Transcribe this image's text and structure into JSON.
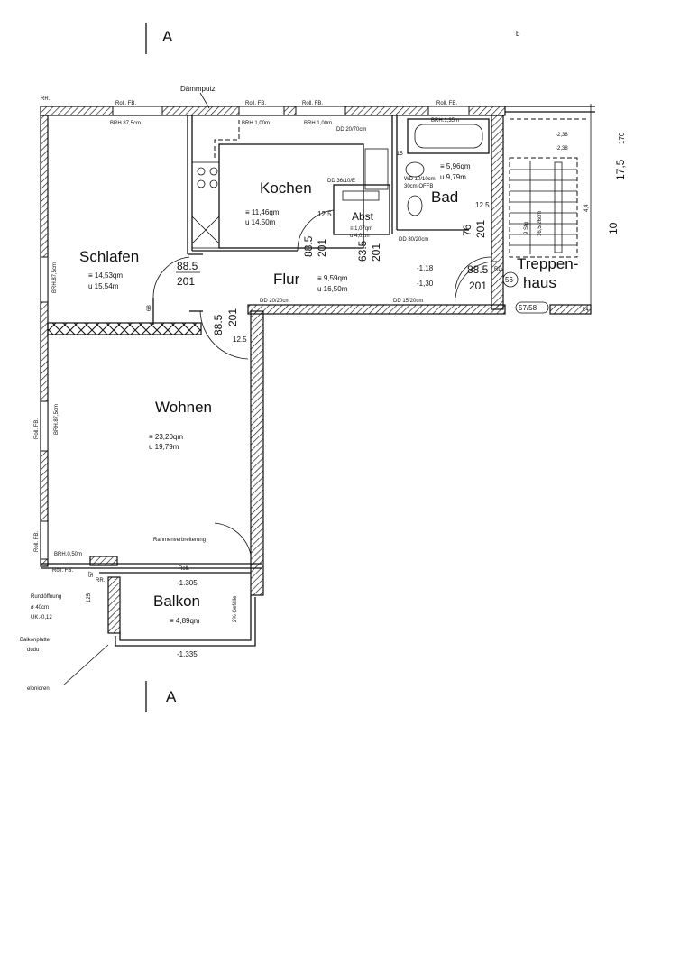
{
  "section_marks": {
    "top_left": "A",
    "bottom_left": "A",
    "top_right": "b"
  },
  "annotations": {
    "daemmputz": "Dämmputz",
    "rr_top": "RR.",
    "roll_fb": "Roll.  FB.",
    "brh_schlafen_top": "BRH.87,5cm",
    "brh_kochen_1": "BRH.1,00m",
    "brh_kochen_2": "BRH.1,00m",
    "brh_bad": "BRH.1,35m",
    "dd_kochen": "DD 20/70cm",
    "dd_abst": "DD 36/10/E",
    "wd_bad": "WD 10/10cm",
    "wd_bad_2": "30cm OFFB",
    "dd_bad_bottom": "DD 30/20cm",
    "dd_flur_left": "DD 20/20cm",
    "dd_flur_right": "DD 15/20cm",
    "brh_schlafen_side": "BRH.87,5cm",
    "brh_wohnen_side": "BRH.87,5cm",
    "brh_wohnen_bottom": "BRH.0,50m",
    "roll_side": "Roll. FB.",
    "rahmen": "Rahmenverbreiterung",
    "roll_bottom": "Roll.",
    "rr_balkon": "RR.",
    "gefaelle": "2% Gefälle",
    "rundoeffnung": "Rundöffnung",
    "rund_d": "ø 40cm",
    "rund_uk": "UK.-0,12",
    "balkonplatte": "Balkonplatte",
    "balkon_2": "dudu",
    "balkon_3": "elonioren",
    "rd": "RD.",
    "stair_info": "9 Stg",
    "stair_info2": "16,5/26cm",
    "stair_num": "56",
    "stair_num2": "57/58",
    "stair_dim": "4,4",
    "level_1": "-2,38",
    "level_2": "-2,38"
  },
  "rooms": [
    {
      "name": "Schlafen",
      "area": "≡ 14,53qm",
      "perimeter": "u 15,54m"
    },
    {
      "name": "Kochen",
      "area": "≡ 11,46qm",
      "perimeter": "u 14,50m"
    },
    {
      "name": "Abst",
      "area": "≡ 1,07qm",
      "perimeter": "u 4,02m"
    },
    {
      "name": "Bad",
      "area": "≡ 5,96qm",
      "perimeter": "u 9,79m"
    },
    {
      "name": "Flur",
      "area": "≡ 9,59qm",
      "perimeter": "u 16,50m"
    },
    {
      "name": "Treppen-",
      "name2": "haus"
    },
    {
      "name": "Wohnen",
      "area": "≡ 23,20qm",
      "perimeter": "u 19,79m"
    },
    {
      "name": "Balkon",
      "area": "≡ 4,89qm"
    }
  ],
  "doors": [
    {
      "width": "88.5",
      "height": "201"
    },
    {
      "width": "88.5",
      "height": "201"
    },
    {
      "width": "63.5",
      "height": "201"
    },
    {
      "width": "76",
      "height": "201"
    },
    {
      "width": "88.5",
      "height": "201"
    },
    {
      "width": "88.5",
      "height": "201"
    }
  ],
  "dimensions": {
    "d12_5": "12.5",
    "d68": "68",
    "d125": "125",
    "d15": "15",
    "d10": "10",
    "d17_5": "17,5",
    "d170": "170",
    "d57": "57",
    "d24": "24"
  },
  "levels": {
    "flur_1": "-1,18",
    "flur_2": "-1,30",
    "balkon_top": "-1.305",
    "balkon_bottom": "-1.335"
  }
}
